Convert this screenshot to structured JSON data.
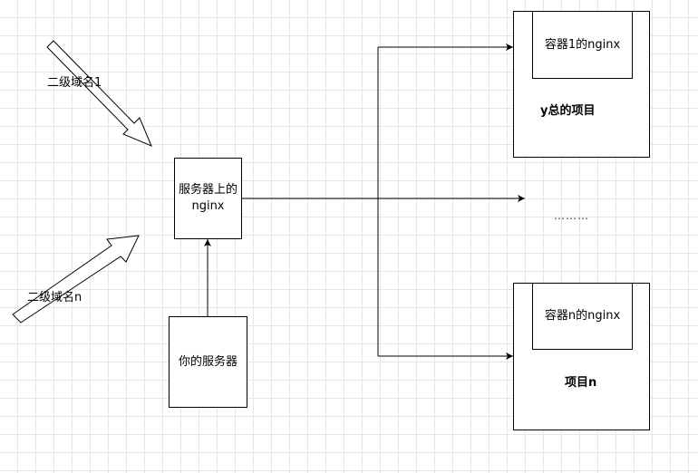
{
  "labels": {
    "domain_1": "二级域名1",
    "domain_n": "二级域名n",
    "server_nginx": "服务器上的nginx",
    "your_server": "你的服务器",
    "container_1_nginx": "容器1的nginx",
    "project_y": "y总的项目",
    "ellipsis": "………",
    "container_n_nginx": "容器n的nginx",
    "project_n": "项目n"
  }
}
